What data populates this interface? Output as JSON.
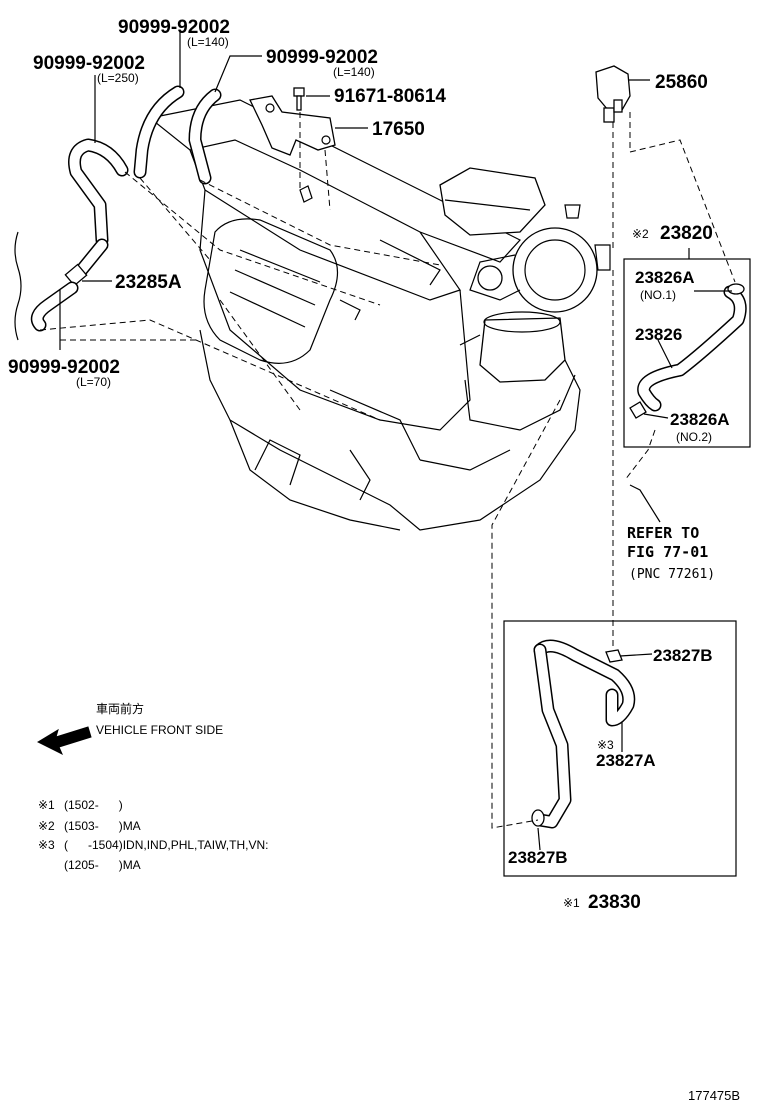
{
  "labels": {
    "hose_a": "90999-92002",
    "hose_a_len": "(L=140)",
    "hose_b": "90999-92002",
    "hose_b_len": "(L=250)",
    "hose_c": "90999-92002",
    "hose_c_len": "(L=140)",
    "bolt": "91671-80614",
    "bracket": "17650",
    "valve": "25860",
    "pipe_23285a": "23285A",
    "hose_d": "90999-92002",
    "hose_d_len": "(L=70)",
    "group_23820_mark": "※2",
    "group_23820": "23820",
    "clamp_23826a_no1": "23826A",
    "clamp_23826a_no1_sub": "(NO.1)",
    "hose_23826": "23826",
    "clamp_23826a_no2": "23826A",
    "clamp_23826a_no2_sub": "(NO.2)",
    "refer_1": "REFER TO",
    "refer_2": "FIG 77-01",
    "refer_3": "(PNC 77261)",
    "clamp_23827b_top": "23827B",
    "clamp_23827a_mark": "※3",
    "clamp_23827a": "23827A",
    "clamp_23827b_bottom": "23827B",
    "group_23830_mark": "※1",
    "group_23830": "23830"
  },
  "direction": {
    "jp": "車両前方",
    "en": "VEHICLE FRONT SIDE"
  },
  "notes": [
    {
      "mark": "※1",
      "text": "(1502-      )"
    },
    {
      "mark": "※2",
      "text": "(1503-      )MA"
    },
    {
      "mark": "※3",
      "text": "(      -1504)IDN,IND,PHL,TAIW,TH,VN:"
    },
    {
      "mark": "",
      "text": "(1205-      )MA"
    }
  ],
  "figure_id": "177475B"
}
